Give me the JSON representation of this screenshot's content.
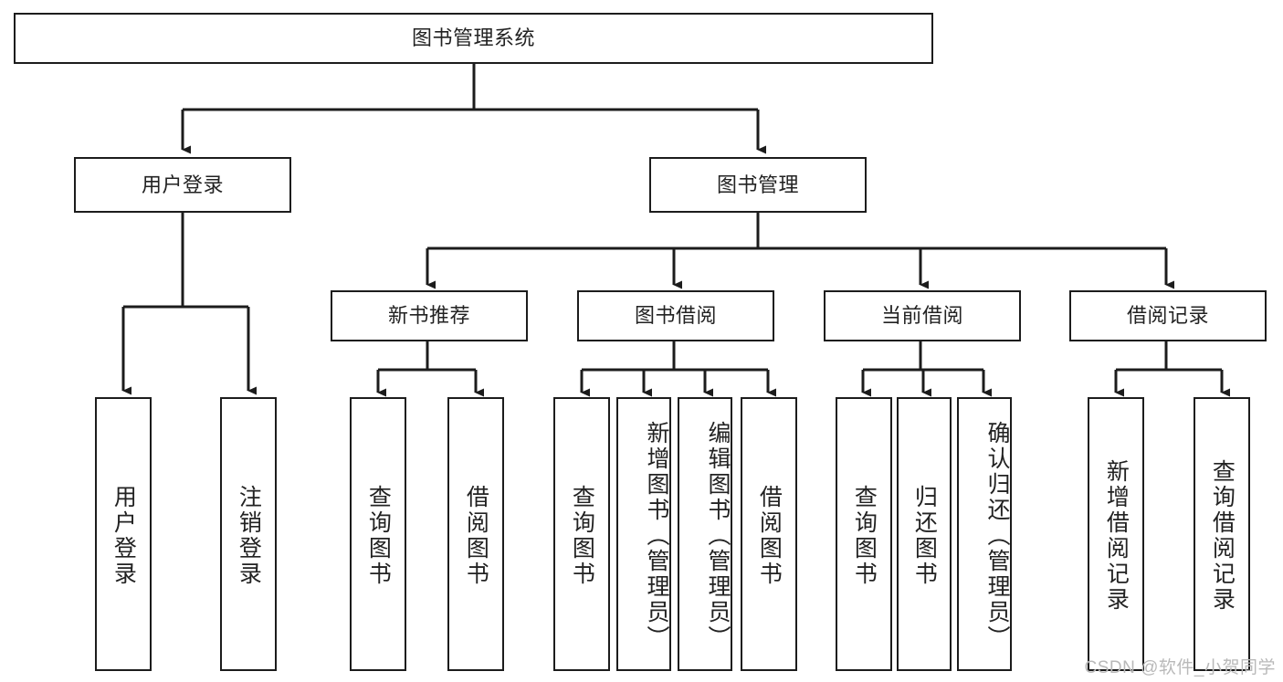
{
  "diagram": {
    "type": "tree-hierarchy-functional-decomposition",
    "root": {
      "id": "root",
      "label": "图书管理系统"
    },
    "level2": [
      {
        "id": "user-login",
        "label": "用户登录"
      },
      {
        "id": "book-management",
        "label": "图书管理"
      }
    ],
    "level3": [
      {
        "id": "new-book-recommend",
        "label": "新书推荐",
        "parent": "book-management"
      },
      {
        "id": "book-borrow",
        "label": "图书借阅",
        "parent": "book-management"
      },
      {
        "id": "current-borrow",
        "label": "当前借阅",
        "parent": "book-management"
      },
      {
        "id": "borrow-record",
        "label": "借阅记录",
        "parent": "book-management"
      }
    ],
    "leaves": [
      {
        "id": "leaf-user-login",
        "label": "用户登录",
        "parent": "user-login"
      },
      {
        "id": "leaf-logout-login",
        "label": "注销登录",
        "parent": "user-login"
      },
      {
        "id": "leaf-query-book-1",
        "label": "查询图书",
        "parent": "new-book-recommend"
      },
      {
        "id": "leaf-borrow-book-1",
        "label": "借阅图书",
        "parent": "new-book-recommend"
      },
      {
        "id": "leaf-query-book-2",
        "label": "查询图书",
        "parent": "book-borrow"
      },
      {
        "id": "leaf-add-book",
        "label": "新增图书（管理员）",
        "parent": "book-borrow"
      },
      {
        "id": "leaf-edit-book",
        "label": "编辑图书（管理员）",
        "parent": "book-borrow"
      },
      {
        "id": "leaf-borrow-book-2",
        "label": "借阅图书",
        "parent": "book-borrow"
      },
      {
        "id": "leaf-query-book-3",
        "label": "查询图书",
        "parent": "current-borrow"
      },
      {
        "id": "leaf-return-book",
        "label": "归还图书",
        "parent": "current-borrow"
      },
      {
        "id": "leaf-confirm-return",
        "label": "确认归还（管理员）",
        "parent": "current-borrow"
      },
      {
        "id": "leaf-add-record",
        "label": "新增借阅记录",
        "parent": "borrow-record"
      },
      {
        "id": "leaf-query-record",
        "label": "查询借阅记录",
        "parent": "borrow-record"
      }
    ]
  },
  "watermark": {
    "text": "CSDN @软件_小贺同学"
  },
  "colors": {
    "stroke": "#1c1c1c",
    "background": "#ffffff",
    "text": "#222222",
    "watermark": "#b9b9b9"
  }
}
